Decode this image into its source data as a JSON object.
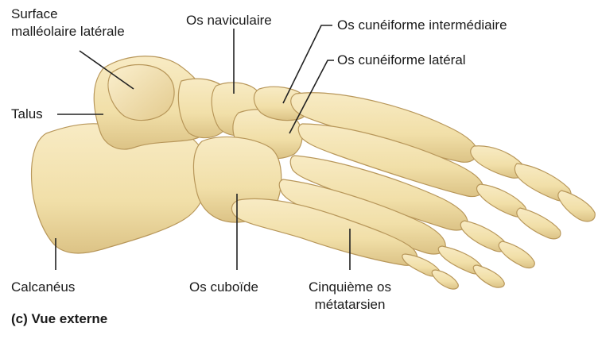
{
  "diagram": {
    "caption": "(c) Vue externe",
    "labels": {
      "surface_malleolaire_1": "Surface",
      "surface_malleolaire_2": "malléolaire latérale",
      "talus": "Talus",
      "calcaneus": "Calcanéus",
      "os_naviculaire": "Os naviculaire",
      "os_cuneiforme_intermediaire": "Os cunéiforme intermédiaire",
      "os_cuneiforme_lateral": "Os cunéiforme latéral",
      "os_cuboide": "Os cuboïde",
      "cinquieme_metatarsien_1": "Cinquième os",
      "cinquieme_metatarsien_2": "métatarsien"
    },
    "colors": {
      "bone_fill": "#f1dfa8",
      "bone_shadow": "#d9bf7c",
      "bone_outline": "#b8975a",
      "leader_line": "#222222"
    }
  }
}
